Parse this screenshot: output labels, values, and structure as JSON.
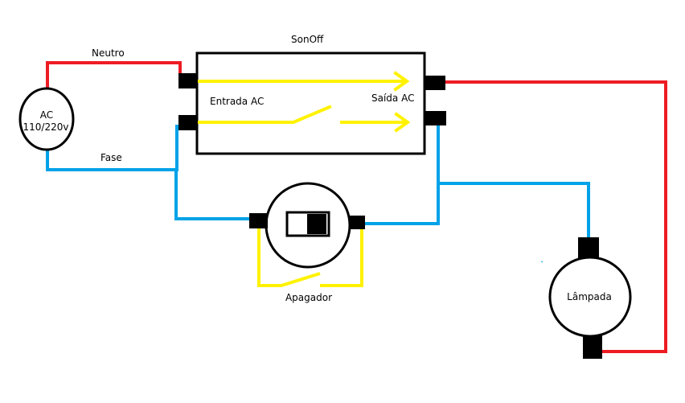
{
  "labels": {
    "sonoff": "SonOff",
    "neutro": "Neutro",
    "fase": "Fase",
    "entrada": "Entrada AC",
    "saida": "Saída AC",
    "ac_line1": "AC",
    "ac_line2": "110/220v",
    "apagador": "Apagador",
    "lampada": "Lâmpada"
  },
  "colors": {
    "neutral_wire": "#ed1c24",
    "phase_wire": "#00a2e8",
    "internal_path": "#fff200",
    "outline": "#000000",
    "terminal": "#000000"
  }
}
